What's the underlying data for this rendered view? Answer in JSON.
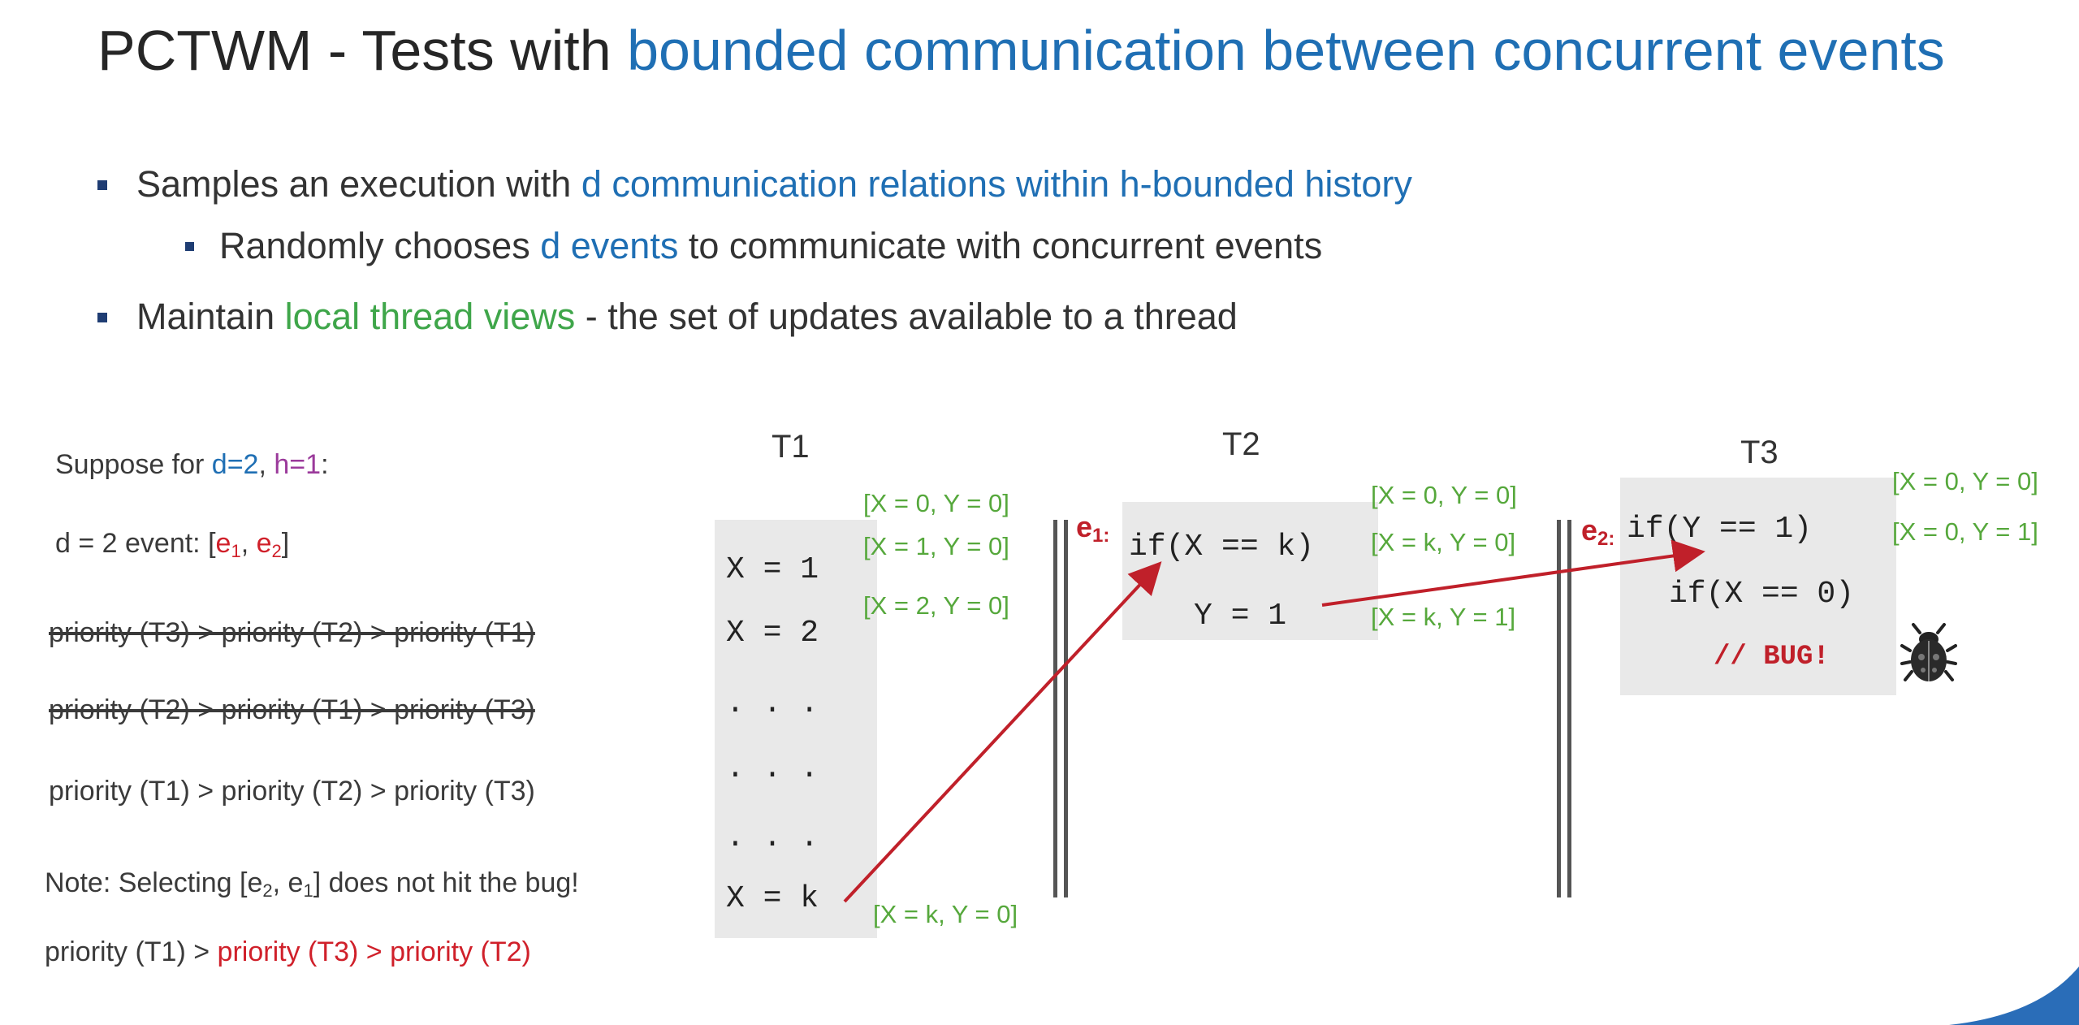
{
  "title": {
    "prefix": "PCTWM - Tests with ",
    "highlight": "bounded communication between concurrent events"
  },
  "bullets": {
    "b1": {
      "p1": "Samples an execution with ",
      "h1": "d communication relations",
      "p2": " ",
      "h2": "within h-bounded history"
    },
    "b2": {
      "p1": "Randomly chooses ",
      "h1": "d events",
      "p2": " to communicate with concurrent events"
    },
    "b3": {
      "p1": "Maintain ",
      "h1": "local thread views",
      "p2": " - the set of updates available to a thread"
    }
  },
  "left": {
    "suppose_prefix": "Suppose for ",
    "suppose_d": "d=2",
    "suppose_sep": ", ",
    "suppose_h": "h=1",
    "suppose_suffix": ":",
    "devent_prefix": "d = 2 event: [",
    "devent_e1": "e",
    "devent_e1_sub": "1",
    "devent_comma": ", ",
    "devent_e2": "e",
    "devent_e2_sub": "2",
    "devent_suffix": "]",
    "priority_struck_1": "priority (T3) > priority (T2) > priority (T1)",
    "priority_struck_2": "priority (T2) > priority (T1) > priority (T3)",
    "priority_3": "priority (T1) > priority (T2) > priority (T3)",
    "note_prefix": "Note: Selecting [e",
    "note_sub1": "2",
    "note_mid": ", e",
    "note_sub2": "1",
    "note_suffix": "] does not hit the bug!",
    "priority_4_prefix": "priority (T1) > ",
    "priority_4_red": "priority (T3) > priority (T2)"
  },
  "threads": {
    "t1": {
      "label": "T1",
      "code": [
        "X = 1",
        "X = 2",
        ". . .",
        ". . .",
        ". . .",
        "X = k"
      ],
      "views": [
        "[X = 0, Y = 0]",
        "[X = 1, Y = 0]",
        "[X = 2, Y = 0]",
        "[X = k, Y = 0]"
      ]
    },
    "t2": {
      "label": "T2",
      "event_label": "e",
      "event_sub": "1:",
      "code": [
        "if(X == k)",
        "Y = 1"
      ],
      "views": [
        "[X = 0, Y = 0]",
        "[X = k, Y = 0]",
        "[X = k, Y = 1]"
      ]
    },
    "t3": {
      "label": "T3",
      "event_label": "e",
      "event_sub": "2:",
      "code": [
        "if(Y == 1)",
        "if(X == 0)",
        "// BUG!"
      ],
      "views": [
        "[X = 0, Y = 0]",
        "[X = 0, Y = 1]"
      ]
    }
  },
  "icons": {
    "bug": "bug-icon"
  },
  "colors": {
    "highlight_blue": "#1f6fb4",
    "view_green": "#56a83c",
    "accent_red": "#c0202a"
  }
}
